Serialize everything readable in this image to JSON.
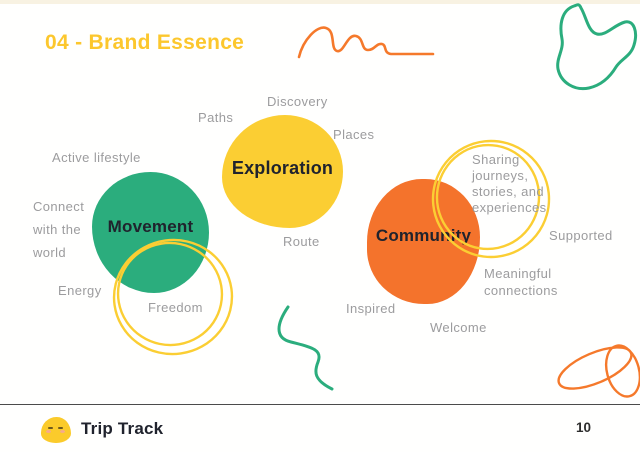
{
  "slide": {
    "title": "04 - Brand Essence",
    "page_number": "10",
    "brand_name": "Trip Track"
  },
  "bubbles": [
    {
      "id": "exploration",
      "label": "Exploration",
      "color": "#FBCE33"
    },
    {
      "id": "movement",
      "label": "Movement",
      "color": "#2BAD7D"
    },
    {
      "id": "community",
      "label": "Community",
      "color": "#F4732C"
    }
  ],
  "keywords": {
    "discovery": "Discovery",
    "paths": "Paths",
    "places": "Places",
    "active_lifestyle": "Active lifestyle",
    "connect_with_world": "Connect with the world",
    "route": "Route",
    "energy": "Energy",
    "freedom": "Freedom",
    "sharing_journeys": "Sharing journeys, stories, and experiences",
    "supported": "Supported",
    "meaningful_connections": "Meaningful connections",
    "inspired": "Inspired",
    "welcome": "Welcome"
  },
  "colors": {
    "title_yellow": "#FCC72D",
    "yellow": "#FBCE33",
    "green": "#2BAD7D",
    "orange": "#F4732C",
    "label_gray": "#9C9C9E",
    "dark_text": "#20232D"
  }
}
